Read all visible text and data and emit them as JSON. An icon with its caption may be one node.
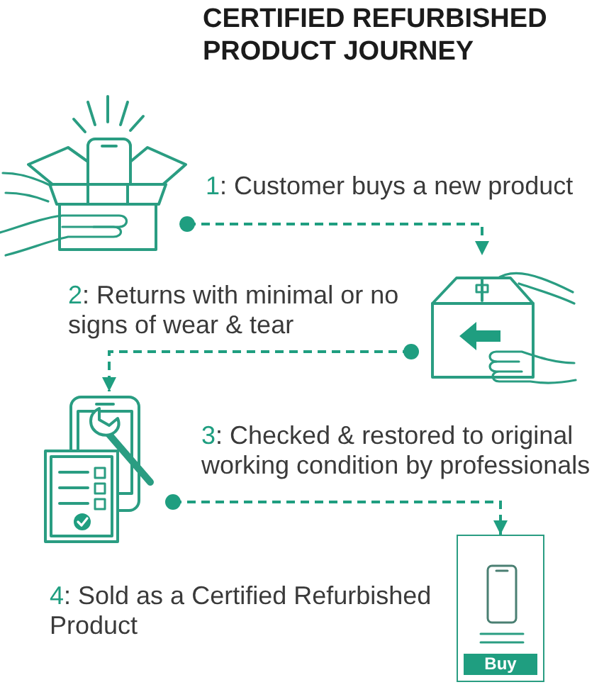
{
  "diagram": {
    "title": "CERTIFIED REFURBISHED PRODUCT JOURNEY",
    "nodes": [
      {
        "text": [],
        "shape": "picture",
        "beside": [
          "**1**: Customer buys a new product"
        ]
      },
      {
        "text": [],
        "shape": "picture",
        "beside": [
          "**2**: Returns with minimal or no signs of wear & tear"
        ]
      },
      {
        "text": [],
        "shape": "picture",
        "beside": [
          "**3**: Checked & restored to original working condition by professionals"
        ]
      },
      {
        "text": [
          "Buy"
        ],
        "beside": [
          "**4**: Sold as a Certified Refurbished Product"
        ]
      }
    ],
    "edges": [
      {
        "from": 0,
        "to": 1,
        "arrow": "to",
        "style": "dashed"
      },
      {
        "from": 1,
        "to": 2,
        "arrow": "to",
        "style": "dashed"
      },
      {
        "from": 2,
        "to": 3,
        "arrow": "to",
        "style": "dashed"
      }
    ]
  }
}
